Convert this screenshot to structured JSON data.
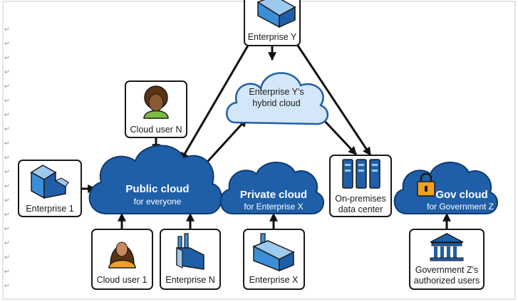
{
  "nodes": {
    "enterprise_y": "Enterprise Y",
    "hybrid_line1": "Enterprise Y's",
    "hybrid_line2": "hybrid cloud",
    "cloud_user_n": "Cloud user N",
    "enterprise_1": "Enterprise 1",
    "public_title": "Public cloud",
    "public_sub": "for everyone",
    "private_title": "Private cloud",
    "private_sub": "for Enterprise X",
    "onprem_line1": "On-premises",
    "onprem_line2": "data center",
    "gov_title": "Gov cloud",
    "gov_sub": "for Government Z",
    "cloud_user_1": "Cloud user 1",
    "enterprise_n": "Enterprise N",
    "enterprise_x": "Enterprise X",
    "gov_users_line1": "Government Z's",
    "gov_users_line2": "authorized users"
  },
  "colors": {
    "cloud_fill": "#1f5fa8",
    "cloud_light": "#d4e7f8",
    "accent_light_blue": "#3a8fd8",
    "lock": "#f0a020"
  },
  "icons": [
    "building-icon",
    "woman-avatar-icon",
    "man-avatar-icon",
    "factory-icon",
    "server-rack-icon",
    "lock-icon",
    "government-building-icon"
  ]
}
